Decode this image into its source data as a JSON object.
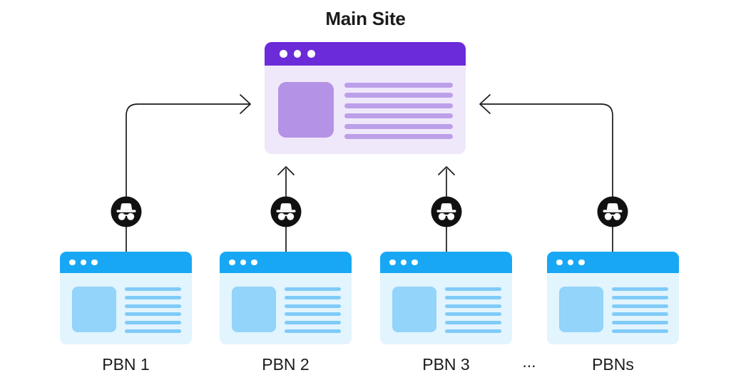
{
  "diagram_title": "Main Site",
  "main_site": {
    "label": "Main Site",
    "window": "browser-window",
    "text_line_count": 6
  },
  "pbns": [
    {
      "label": "PBN 1"
    },
    {
      "label": "PBN 2"
    },
    {
      "label": "PBN 3"
    },
    {
      "label": "PBNs"
    }
  ],
  "ellipsis": "...",
  "icons": {
    "incognito": "incognito-icon (black circle with white spy hat and glasses)",
    "window_dots": "three-dots-icon"
  },
  "colors": {
    "background": "#ffffff",
    "text": "#1b1b1b",
    "arrow": "#1b1b1b",
    "purple-header": "#6B2BD8",
    "purple-body": "#EFE8FB",
    "purple-square": "#B492E5",
    "purple-line": "#BC9FE9",
    "blue-header": "#18A7F4",
    "blue-body": "#E2F4FD",
    "blue-square": "#92D4FA",
    "blue-line": "#7FCBF8",
    "icon-bg": "#111111",
    "icon-glyph": "#ffffff",
    "window-dot": "#ffffff"
  }
}
